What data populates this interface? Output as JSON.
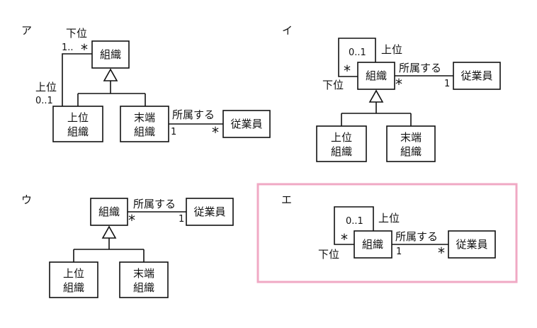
{
  "options": [
    {
      "label": "ア",
      "boxes": {
        "org": "組織",
        "upper_line1": "上位",
        "upper_line2": "組織",
        "leaf_line1": "末端",
        "leaf_line2": "組織",
        "employee": "従業員"
      },
      "roles": {
        "lower": "下位",
        "upper": "上位"
      },
      "association": "所属する",
      "multiplicities": {
        "lower": "1..",
        "upper": "0..1",
        "leaf_side": "1",
        "employee_side": "*",
        "lower_star": "*"
      }
    },
    {
      "label": "イ",
      "boxes": {
        "org": "組織",
        "upper_line1": "上位",
        "upper_line2": "組織",
        "leaf_line1": "末端",
        "leaf_line2": "組織",
        "employee": "従業員"
      },
      "roles": {
        "lower": "下位",
        "upper": "上位"
      },
      "association": "所属する",
      "multiplicities": {
        "self_upper": "0..1",
        "self_lower": "*",
        "org_side": "*",
        "employee_side": "1"
      }
    },
    {
      "label": "ウ",
      "boxes": {
        "org": "組織",
        "upper_line1": "上位",
        "upper_line2": "組織",
        "leaf_line1": "末端",
        "leaf_line2": "組織",
        "employee": "従業員"
      },
      "association": "所属する",
      "multiplicities": {
        "org_side": "*",
        "employee_side": "1"
      }
    },
    {
      "label": "エ",
      "highlighted": true,
      "boxes": {
        "org": "組織",
        "employee": "従業員"
      },
      "roles": {
        "lower": "下位",
        "upper": "上位"
      },
      "association": "所属する",
      "multiplicities": {
        "self_upper": "0..1",
        "self_lower": "*",
        "org_side": "1",
        "employee_side": "*"
      }
    }
  ],
  "colors": {
    "highlight": "#f0a9c4",
    "line": "#111111"
  }
}
